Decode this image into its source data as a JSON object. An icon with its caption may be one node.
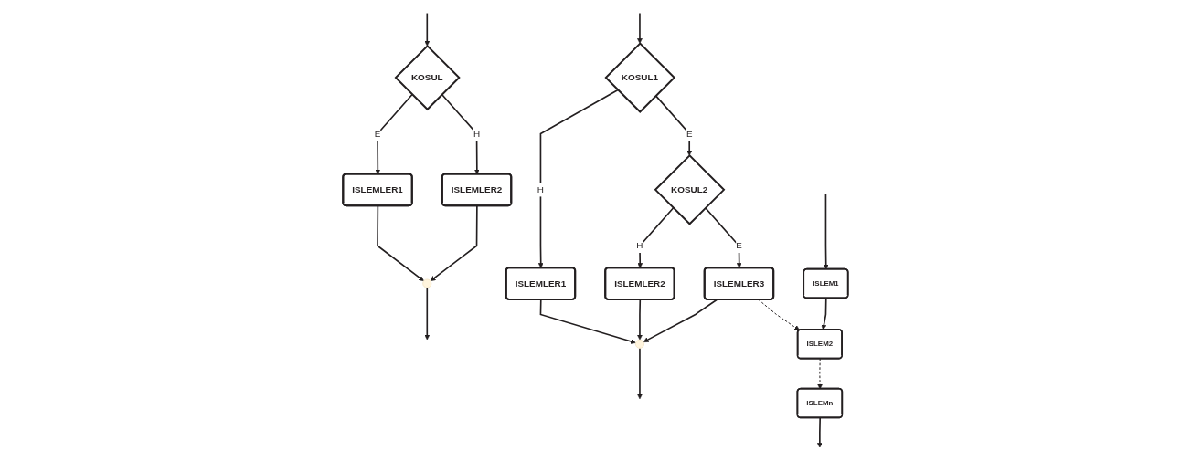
{
  "diagram": {
    "nodes": [
      {
        "text": [
          "KOSUL"
        ]
      },
      {
        "text": [
          "ISLEMLER1"
        ]
      },
      {
        "text": [
          "ISLEMLER2"
        ]
      },
      {
        "text": [],
        "shape": "point"
      },
      {
        "text": [
          "KOSUL1"
        ]
      },
      {
        "text": [
          "ISLEMLER1"
        ]
      },
      {
        "text": [
          "KOSUL2"
        ]
      },
      {
        "text": [
          "ISLEMLER2"
        ]
      },
      {
        "text": [
          "ISLEMLER3"
        ]
      },
      {
        "text": [],
        "shape": "point"
      },
      {
        "text": [
          "ISLEM1"
        ]
      },
      {
        "text": [
          "ISLEM2"
        ]
      },
      {
        "text": [
          "ISLEMn"
        ]
      }
    ],
    "edges": [
      {
        "from": null,
        "to": 0,
        "arrow": "to"
      },
      {
        "from": 0,
        "to": 1,
        "label": "E",
        "arrow": "to"
      },
      {
        "from": 0,
        "to": 2,
        "label": "H",
        "arrow": "to"
      },
      {
        "from": 1,
        "to": 3,
        "arrow": "to"
      },
      {
        "from": 2,
        "to": 3,
        "arrow": "to"
      },
      {
        "from": 3,
        "to": null,
        "arrow": "to"
      },
      {
        "from": null,
        "to": 4,
        "arrow": "to"
      },
      {
        "from": 4,
        "to": 5,
        "label": "H",
        "arrow": "to"
      },
      {
        "from": 4,
        "to": 6,
        "label": "E",
        "arrow": "to"
      },
      {
        "from": 6,
        "to": 7,
        "label": "H",
        "arrow": "to"
      },
      {
        "from": 6,
        "to": 8,
        "label": "E",
        "arrow": "to"
      },
      {
        "from": 5,
        "to": 9,
        "arrow": "to"
      },
      {
        "from": 7,
        "to": 9,
        "arrow": "to"
      },
      {
        "from": 8,
        "to": 9,
        "arrow": "to"
      },
      {
        "from": 9,
        "to": null,
        "arrow": "to"
      },
      {
        "from": 8,
        "to": 11,
        "arrow": "to",
        "style": "dashed"
      },
      {
        "from": null,
        "to": 10,
        "arrow": "to"
      },
      {
        "from": 10,
        "to": 11,
        "arrow": "to"
      },
      {
        "from": 11,
        "to": 12,
        "arrow": "to",
        "style": "dashed"
      },
      {
        "from": 12,
        "to": null,
        "arrow": "to"
      }
    ]
  }
}
